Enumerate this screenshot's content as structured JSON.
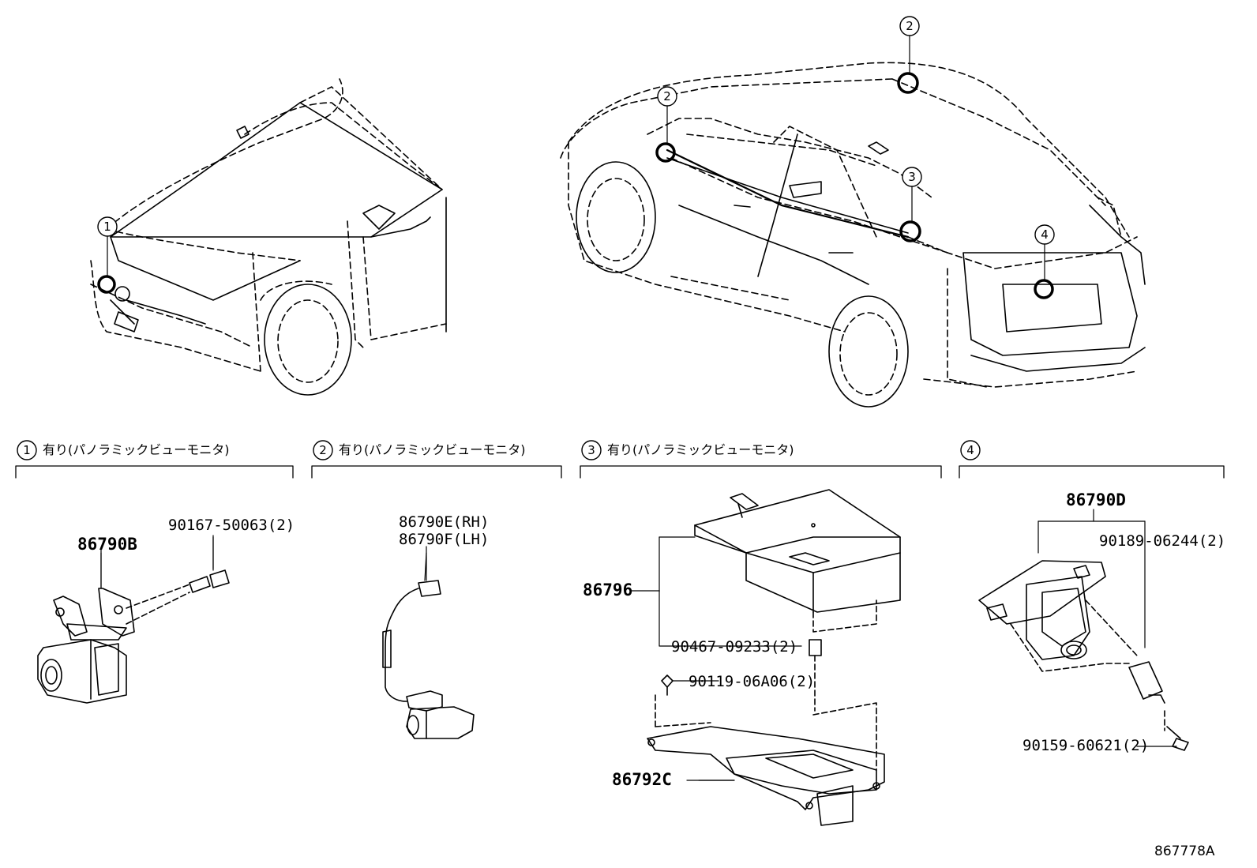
{
  "callouts": [
    "1",
    "2",
    "2",
    "3",
    "4"
  ],
  "sections": [
    {
      "num": "1",
      "title": "有り(パノラミックビューモニタ)"
    },
    {
      "num": "2",
      "title": "有り(パノラミックビューモニタ)"
    },
    {
      "num": "3",
      "title": "有り(パノラミックビューモニタ)"
    },
    {
      "num": "4",
      "title": ""
    }
  ],
  "parts": {
    "p1_main": "86790B",
    "p1_bolt": "90167-50063(2)",
    "p2_rh": "86790E(RH)",
    "p2_lh": "86790F(LH)",
    "p3_cover": "86796",
    "p3_clip": "90467-09233(2)",
    "p3_bolt": "90119-06A06(2)",
    "p3_ecu": "86792C",
    "p4_main": "86790D",
    "p4_clip": "90189-06244(2)",
    "p4_screw": "90159-60621(2)"
  },
  "reference": "867778A"
}
